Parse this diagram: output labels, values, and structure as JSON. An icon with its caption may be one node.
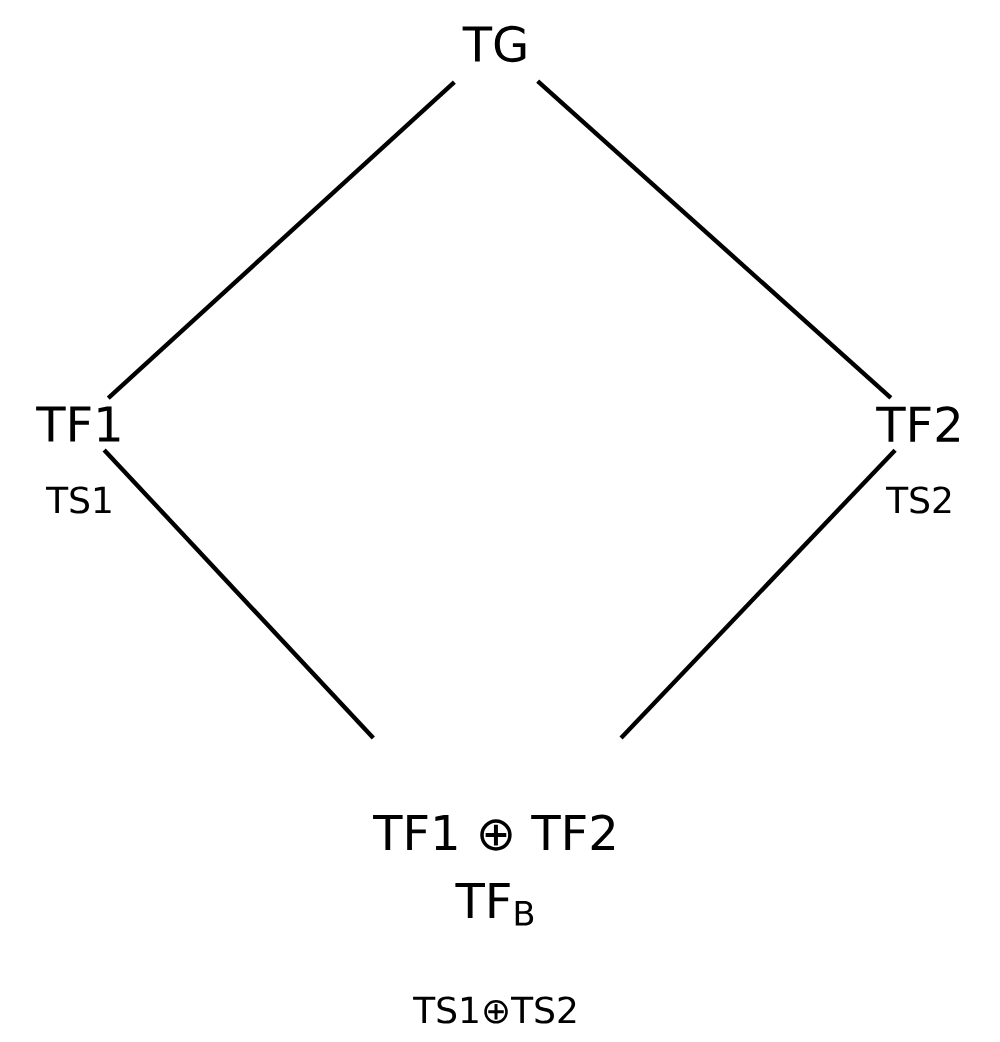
{
  "diagram": {
    "nodes": [
      {
        "text": [
          "TG"
        ]
      },
      {
        "text": [
          "TF1"
        ],
        "beside": [
          "TS1"
        ]
      },
      {
        "text": [
          "TF2"
        ],
        "beside": [
          "TS2"
        ]
      },
      {
        "text": [
          "TF1 ⊕ TF2",
          "TF$_{B}$"
        ],
        "beside": [
          "TS1⊕TS2"
        ]
      }
    ],
    "edges": [
      {
        "from": 0,
        "to": 1,
        "arrow": "none"
      },
      {
        "from": 0,
        "to": 2,
        "arrow": "none"
      },
      {
        "from": 1,
        "to": 3,
        "arrow": "none"
      },
      {
        "from": 2,
        "to": 3,
        "arrow": "none"
      }
    ]
  }
}
